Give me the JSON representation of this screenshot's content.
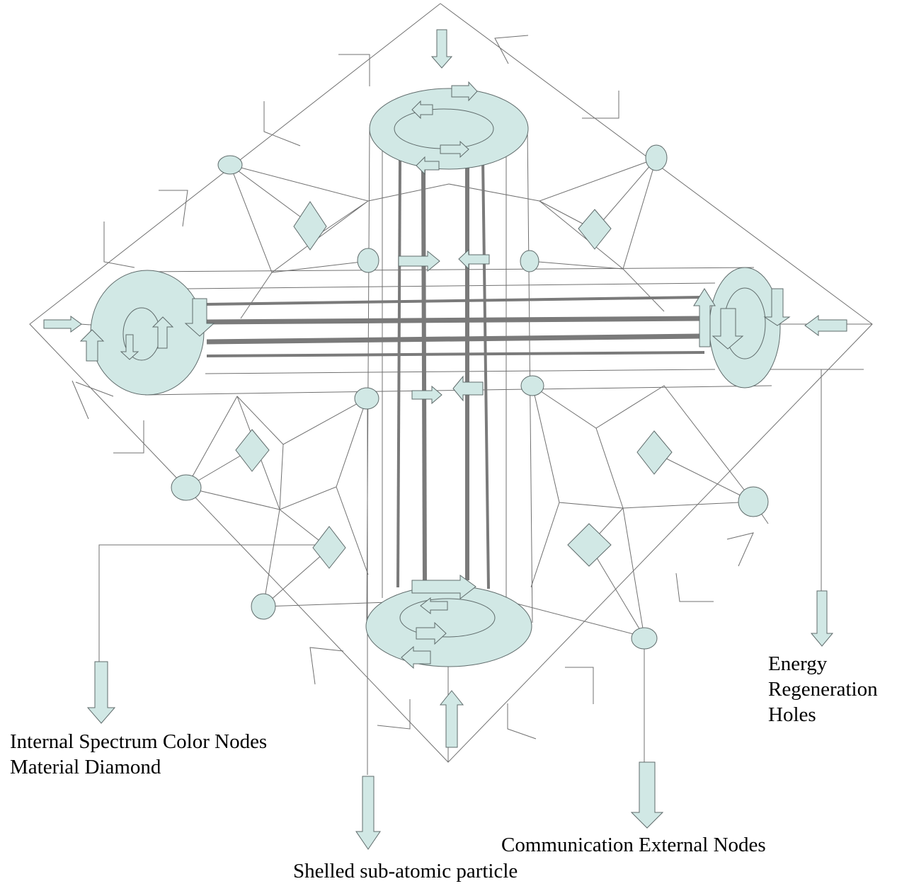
{
  "diagram": {
    "colors": {
      "fill": "#d1e8e5",
      "stroke": "#5f6b6b",
      "line": "#707070",
      "bar": "#7a7a7a",
      "text": "#000000"
    },
    "labels": {
      "internal_nodes_line1": "Internal Spectrum Color Nodes",
      "internal_nodes_line2": "Material Diamond",
      "energy_line1": "Energy",
      "energy_line2": "Regeneration",
      "energy_line3": "Holes",
      "communication": "Communication External Nodes",
      "shelled": "Shelled sub-atomic particle"
    }
  }
}
